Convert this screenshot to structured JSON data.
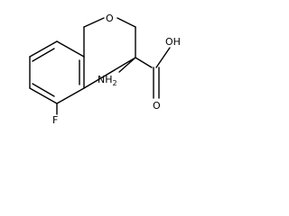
{
  "molecule": {
    "atoms": {
      "ring_oxygen": "O",
      "amine": "NH",
      "amine_subscript": "2",
      "fluorine": "F",
      "carboxyl_oxygen": "O",
      "hydroxyl": "OH"
    },
    "colors": {
      "bond": "#000000",
      "label": "#000000",
      "background": "#ffffff"
    }
  }
}
